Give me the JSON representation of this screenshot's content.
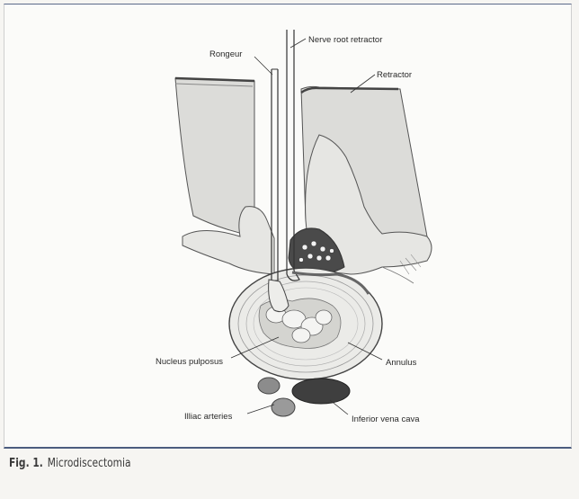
{
  "labels": {
    "nerve_root_retractor": "Nerve root retractor",
    "rongeur": "Rongeur",
    "retractor": "Retractor",
    "nucleus_pulposus": "Nucleus pulposus",
    "annulus": "Annulus",
    "illiac_arteries": "Illiac arteries",
    "inferior_vena_cava": "Inferior vena cava"
  },
  "caption": {
    "label": "Fig. 1.",
    "text": "Microdiscectomia"
  },
  "colors": {
    "frame_rule": "#4c5d7f",
    "tissue": "#d9d9d6",
    "tissue_dark": "#b8b8b4",
    "vena_cava": "#3f3f3f",
    "arteries": "#8c8c8c"
  }
}
